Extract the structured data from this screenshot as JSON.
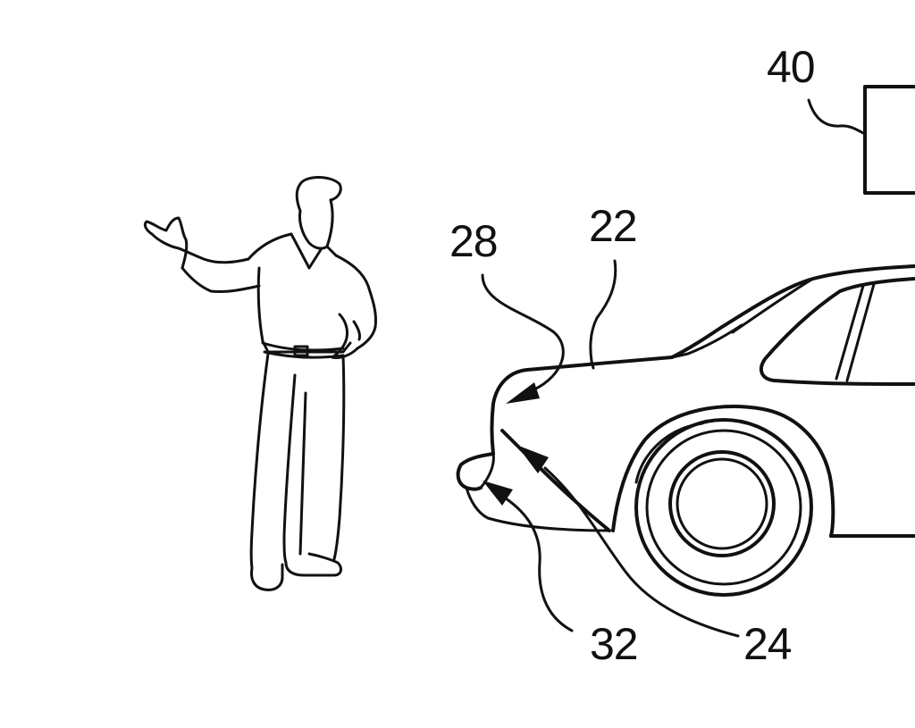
{
  "reference_numerals": {
    "box": "40",
    "body_panel": "22",
    "trunk_edge": "28",
    "sensor_lower": "32",
    "bumper_region": "24"
  },
  "colors": {
    "ink": "#111111",
    "background": "#ffffff"
  }
}
